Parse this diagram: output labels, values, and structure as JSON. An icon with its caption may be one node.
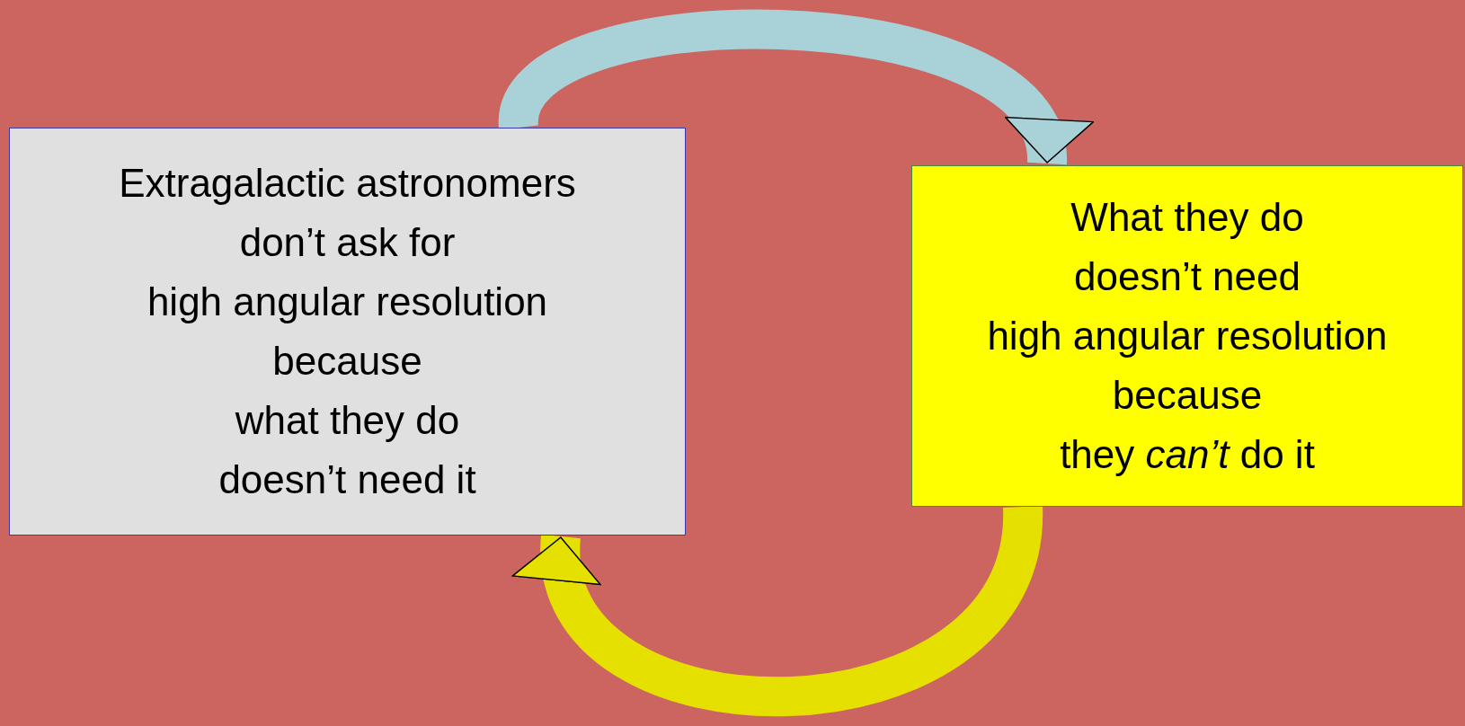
{
  "diagram": {
    "nodes": [
      {
        "text": [
          "Extragalactic astronomers don’t ask for",
          "high angular resolution because",
          "what they do",
          "doesn’t need it"
        ]
      },
      {
        "text": [
          "What they do",
          "doesn’t need",
          "high angular resolution because",
          "they *can’t* do it"
        ]
      }
    ],
    "edges": [
      {
        "from": 0,
        "to": 1,
        "arrow": "to",
        "color": "#a8d2d8"
      },
      {
        "from": 1,
        "to": 0,
        "arrow": "to",
        "color": "#e6e000"
      }
    ]
  }
}
